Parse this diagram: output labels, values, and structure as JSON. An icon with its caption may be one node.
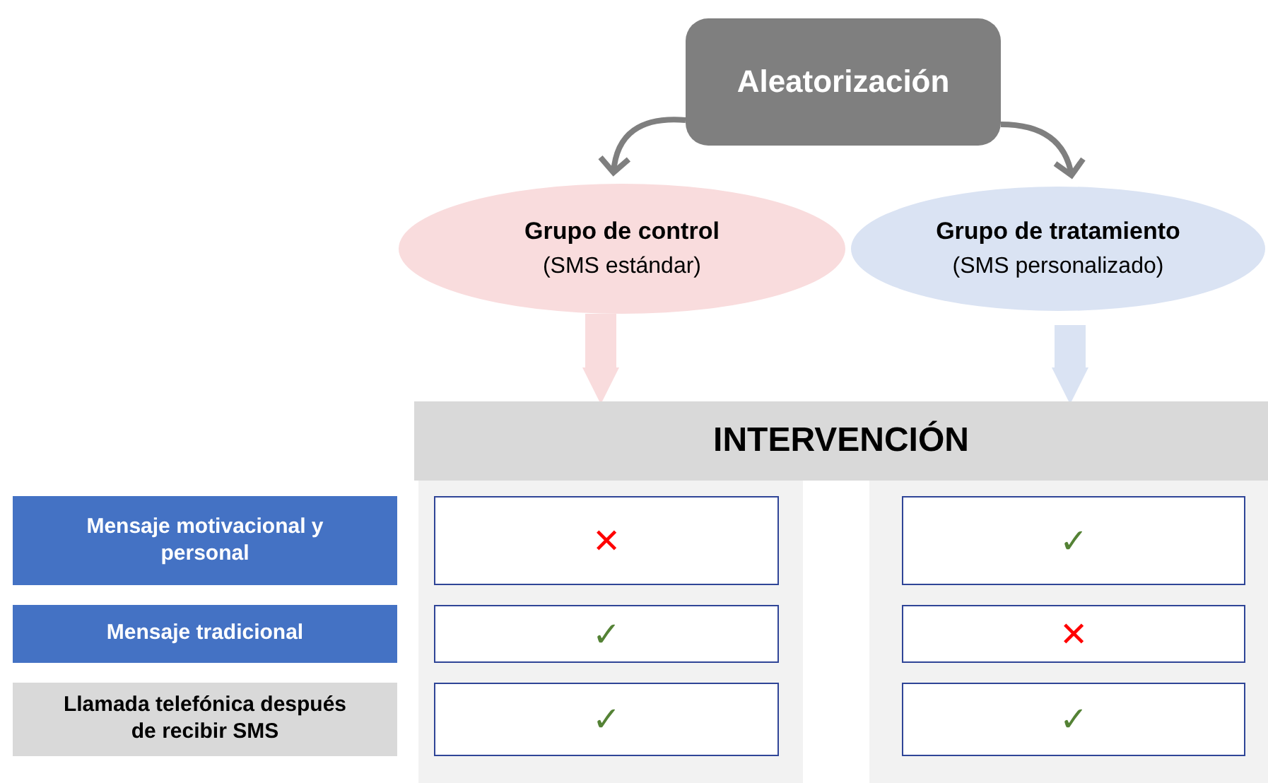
{
  "diagram": {
    "nodes": [
      {
        "text": [
          "Aleatorización"
        ]
      },
      {
        "text": [
          "Grupo de control",
          "(SMS estándar)"
        ]
      },
      {
        "text": [
          "Grupo de tratamiento",
          "(SMS personalizado)"
        ]
      },
      {
        "text": [
          "INTERVENCIÓN"
        ]
      },
      {
        "text": [
          "Mensaje motivacional y personal"
        ]
      },
      {
        "text": [
          "✕"
        ]
      },
      {
        "text": [
          "✓"
        ]
      },
      {
        "text": [
          "Mensaje tradicional"
        ]
      },
      {
        "text": [
          "✓"
        ]
      },
      {
        "text": [
          "✕"
        ]
      },
      {
        "text": [
          "Llamada telefónica después de recibir SMS"
        ]
      },
      {
        "text": [
          "✓"
        ]
      },
      {
        "text": [
          "✓"
        ]
      }
    ],
    "edges": [
      {
        "from": 0,
        "to": 1,
        "arrow": "to"
      },
      {
        "from": 0,
        "to": 2,
        "arrow": "to"
      },
      {
        "from": 1,
        "to": 3,
        "arrow": "to",
        "style": "thick",
        "color": "#f9dcdd"
      },
      {
        "from": 2,
        "to": 3,
        "arrow": "to",
        "style": "thick",
        "color": "#dae3f3"
      }
    ]
  }
}
